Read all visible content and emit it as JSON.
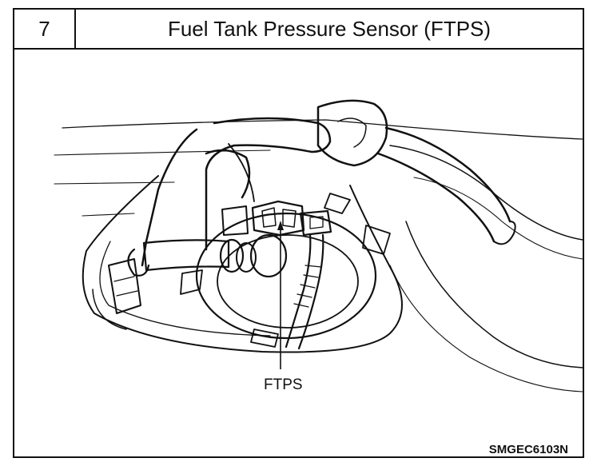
{
  "header": {
    "step_number": "7",
    "title": "Fuel Tank Pressure Sensor (FTPS)"
  },
  "figure": {
    "callout_label": "FTPS",
    "figure_code": "SMGEC6103N"
  }
}
